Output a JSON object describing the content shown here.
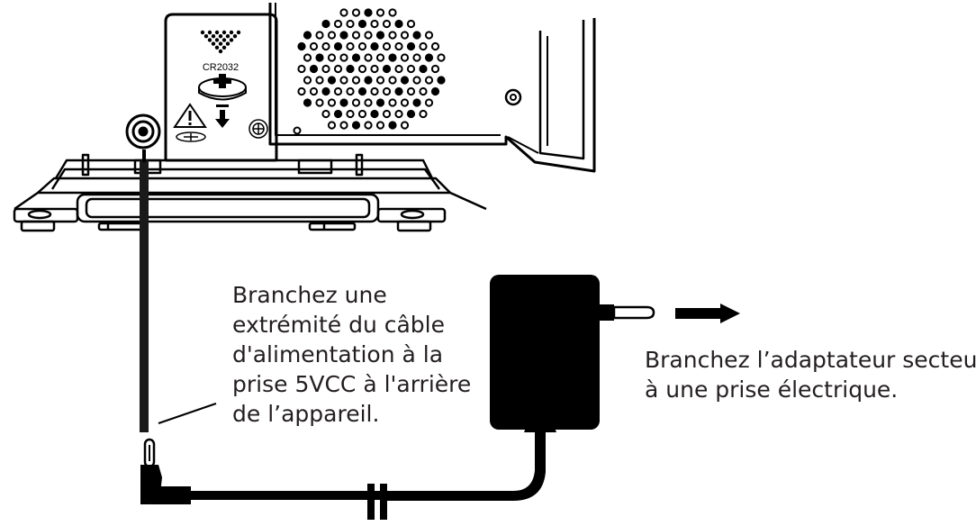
{
  "battery_cover": {
    "battery_model": "CR2032",
    "warning_symbol": "warning-triangle-icon",
    "insert_direction": "arrow-down-icon"
  },
  "captions": {
    "connect_device": [
      "Branchez une",
      "extrémité du câble",
      "d'alimentation à la",
      "prise 5VCC à l'arrière",
      "de l’appareil."
    ],
    "connect_outlet": [
      "Branchez l’adaptateur secteur",
      "à une prise électrique."
    ]
  },
  "colors": {
    "line": "#000000",
    "text": "#231f20",
    "background": "#ffffff"
  }
}
